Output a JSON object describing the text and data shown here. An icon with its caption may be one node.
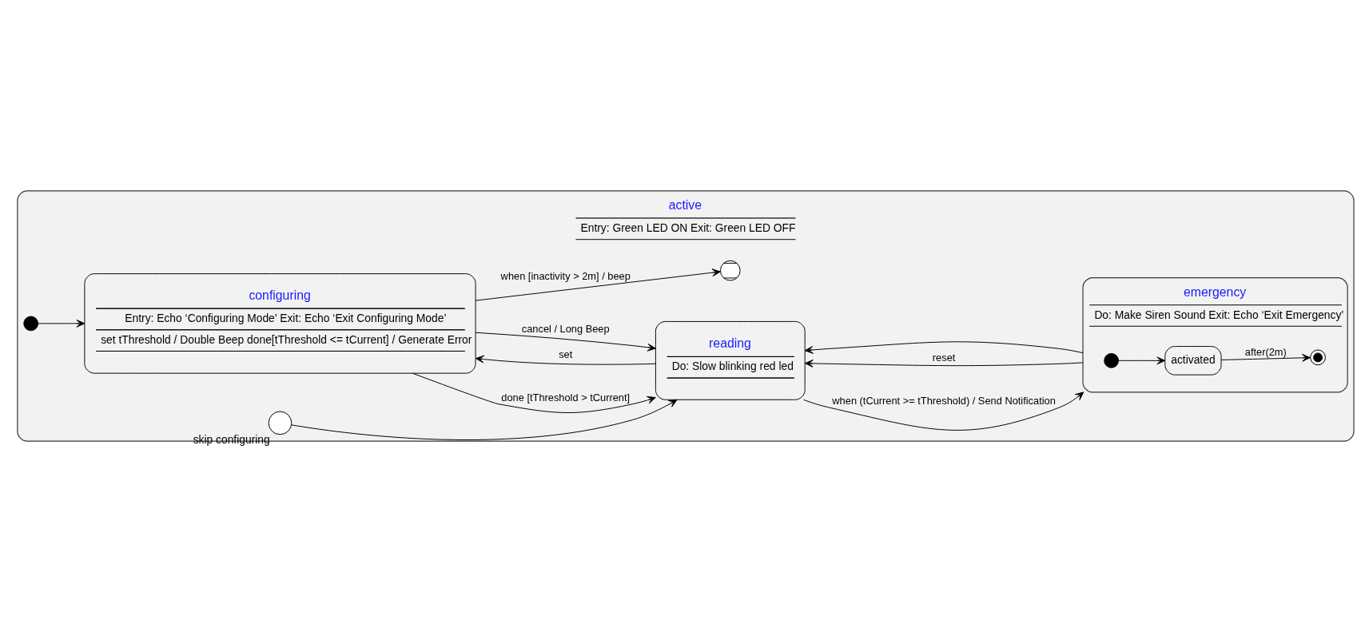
{
  "diagram": {
    "nodes": [
      {
        "text": [
          "active",
          "Entry: Green LED ON Exit: Green LED OFF"
        ]
      },
      {
        "text": [],
        "shape": "circle",
        "in": 0
      },
      {
        "text": [
          "configuring",
          "Entry: Echo ‘Configuring Mode’ Exit: Echo ‘Exit Configuring Mode’",
          "set tThreshold / Double Beep done[tThreshold <= tCurrent] / Generate Error"
        ],
        "in": 0
      },
      {
        "text": [
          "reading",
          "Do: Slow blinking red led"
        ],
        "in": 0
      },
      {
        "text": [
          "emergency",
          "Do: Make Siren Sound Exit: Echo ‘Exit Emergency’"
        ],
        "in": 0
      },
      {
        "text": [],
        "shape": "circle",
        "in": 4
      },
      {
        "text": [
          "activated"
        ],
        "in": 4
      },
      {
        "text": [],
        "shape": "circle",
        "in": 4
      },
      {
        "text": [],
        "shape": "circle",
        "in": 0
      },
      {
        "text": [],
        "shape": "circle",
        "in": 0,
        "beside": [
          "skip configuring"
        ]
      }
    ],
    "edges": [
      {
        "from": 1,
        "to": 2,
        "arrow": "to"
      },
      {
        "from": 2,
        "to": 3,
        "arrow": "to",
        "label": "cancel / Long Beep"
      },
      {
        "from": 3,
        "to": 4,
        "arrow": "to",
        "label": "when (tCurrent >= tThreshold) / Send Notification"
      },
      {
        "from": 2,
        "to": 3,
        "arrow": "to",
        "label": "done [tThreshold > tCurrent]"
      },
      {
        "from": 4,
        "to": 3,
        "arrow": "to",
        "label": "reset"
      },
      {
        "from": 4,
        "to": 3,
        "arrow": "to"
      },
      {
        "from": 3,
        "to": 2,
        "arrow": "to",
        "label": "set"
      },
      {
        "from": 2,
        "to": 8,
        "arrow": "to",
        "label": "when [inactivity > 2m] / beep"
      },
      {
        "from": 9,
        "to": 3,
        "arrow": "to"
      },
      {
        "from": 5,
        "to": 6,
        "arrow": "to"
      },
      {
        "from": 6,
        "to": 7,
        "arrow": "to",
        "label": "after(2m)"
      }
    ]
  }
}
